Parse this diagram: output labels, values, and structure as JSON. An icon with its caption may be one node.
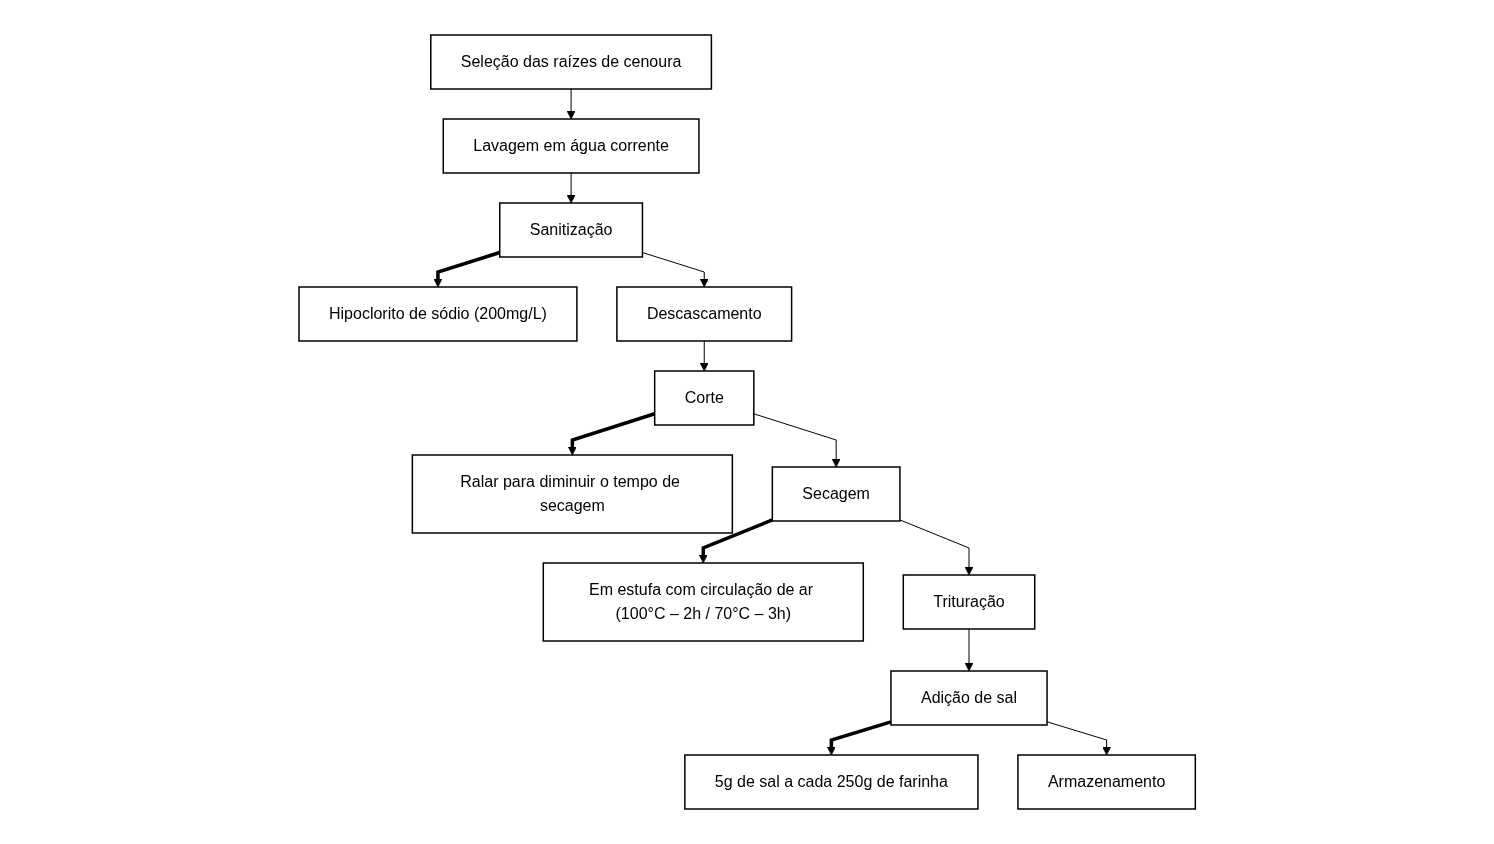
{
  "diagram": {
    "nodes": [
      {
        "text": [
          "Seleção das raízes de cenoura"
        ]
      },
      {
        "text": [
          "Lavagem em água corrente"
        ]
      },
      {
        "text": [
          "Sanitização"
        ]
      },
      {
        "text": [
          "Hipoclorito de sódio (200mg/L)"
        ]
      },
      {
        "text": [
          "Descascamento"
        ]
      },
      {
        "text": [
          "Corte"
        ]
      },
      {
        "text": [
          "Ralar para diminuir o tempo de secagem"
        ]
      },
      {
        "text": [
          "Em estufa com circulação de ar (100°C – 2h / 70°C – 3h)"
        ]
      },
      {
        "text": [
          "Secagem"
        ]
      },
      {
        "text": [
          "Trituração"
        ]
      },
      {
        "text": [
          "Adição de sal"
        ]
      },
      {
        "text": [
          "5g de sal a cada 250g de farinha"
        ]
      },
      {
        "text": [
          "Armazenamento"
        ]
      }
    ],
    "edges": [
      {
        "from": 0,
        "to": 1,
        "arrow": "to"
      },
      {
        "from": 1,
        "to": 2,
        "arrow": "to"
      },
      {
        "from": 2,
        "to": 3,
        "arrow": "to",
        "style": "thick"
      },
      {
        "from": 2,
        "to": 4,
        "arrow": "to"
      },
      {
        "from": 4,
        "to": 5,
        "arrow": "to"
      },
      {
        "from": 5,
        "to": 6,
        "arrow": "to",
        "style": "thick"
      },
      {
        "from": 5,
        "to": 8,
        "arrow": "to"
      },
      {
        "from": 8,
        "to": 7,
        "arrow": "to",
        "style": "thick"
      },
      {
        "from": 8,
        "to": 9,
        "arrow": "to"
      },
      {
        "from": 9,
        "to": 10,
        "arrow": "to"
      },
      {
        "from": 10,
        "to": 11,
        "arrow": "to",
        "style": "thick"
      },
      {
        "from": 10,
        "to": 12,
        "arrow": "to"
      }
    ]
  }
}
